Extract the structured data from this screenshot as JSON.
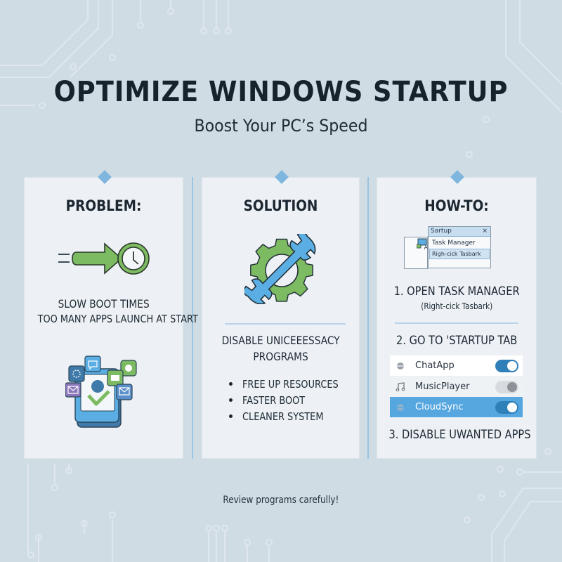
{
  "header": {
    "title": "OPTIMIZE WINDOWS STARTUP",
    "subtitle": "Boost Your PC’s Speed"
  },
  "colors": {
    "background": "#d0dce4",
    "panel": "#edf1f5",
    "accent_blue": "#7fb6de",
    "icon_green": "#7dbb62",
    "icon_blue": "#5aaee3",
    "toggle_on": "#2f7fb8",
    "toggle_off": "#d7dbe0",
    "highlight_row": "#56a7df",
    "text_dark": "#1b2631"
  },
  "panels": [
    {
      "heading": "PROBLEM:",
      "icon": "arrow-clock-icon",
      "line1": "SLOW BOOT TIMES",
      "line2": "TOO MANY APPS LAUNCH AT START",
      "illustration": "apps-overload-icon"
    },
    {
      "heading": "SOLUTION",
      "icon": "gear-wrench-icon",
      "main_text_line1": "DISABLE UNICEEESSACY",
      "main_text_line2": "PROGRAMS",
      "bullets": [
        "FREE UP RESOURCES",
        "FASTER BOOT",
        "CLEANER SYSTEM"
      ]
    },
    {
      "heading": "HOW-TO:",
      "mini_dialog": {
        "title": "Sartup",
        "close": "×",
        "item1": "Task Manager",
        "item2": "Righ-cick Tasbark"
      },
      "step1": "1. OPEN TASK MANAGER",
      "step1_note": "(Right-cick Tasbark)",
      "step2": "2. GO TO 'STARTUP TAB",
      "apps": [
        {
          "name": "ChatApp",
          "icon": "minus-circle-icon",
          "enabled": true,
          "highlighted": false
        },
        {
          "name": "MusicPlayer",
          "icon": "music-note-icon",
          "enabled": false,
          "highlighted": false
        },
        {
          "name": "CloudSync",
          "icon": "minus-circle-icon",
          "enabled": true,
          "highlighted": true
        }
      ],
      "step3": "3. DISABLE UWANTED APPS"
    }
  ],
  "footer": {
    "note": "Review programs carefully!"
  }
}
